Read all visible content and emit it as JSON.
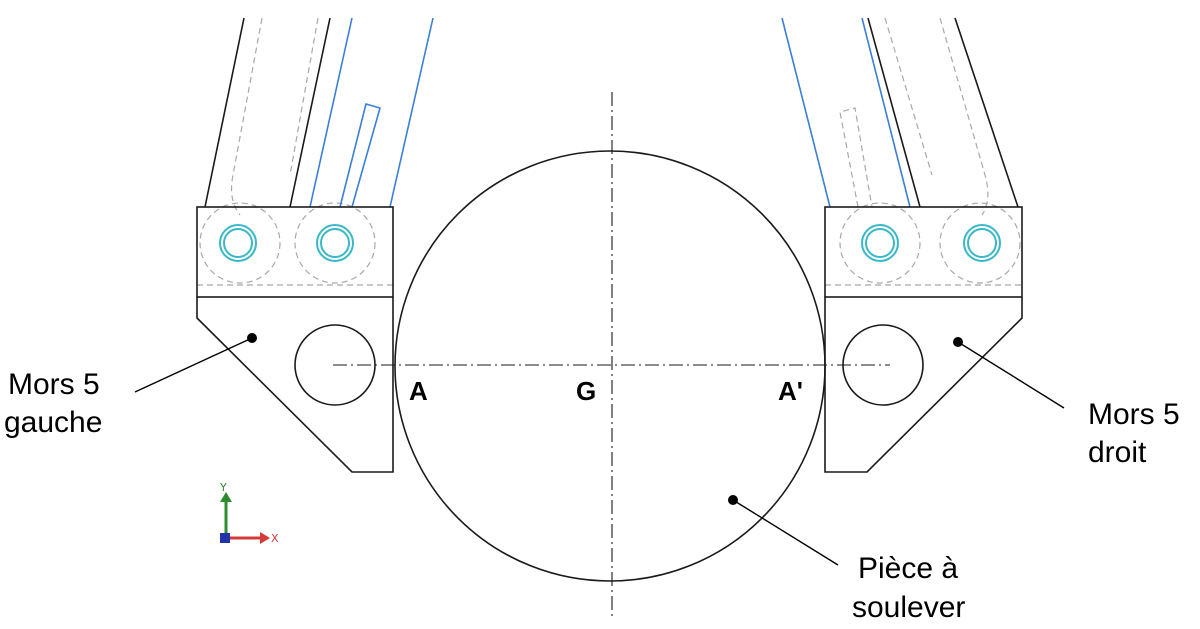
{
  "labels": {
    "left_jaw": [
      "Mors 5",
      "gauche"
    ],
    "right_jaw": [
      "Mors 5",
      "droit"
    ],
    "part": [
      "Pièce à",
      "soulever"
    ]
  },
  "points": {
    "a": "A",
    "g": "G",
    "a_prime": "A'"
  },
  "axes": {
    "x": "X",
    "y": "Y"
  },
  "colors": {
    "outline": "#1a1a1a",
    "hidden": "#a8a8a8",
    "blue": "#3a7fd8",
    "pin": "#39b8c8",
    "axis_y": "#2e8b2e",
    "axis_x": "#d43b3b",
    "origin": "#2233aa"
  },
  "icons": {
    "triad": "xy-axis-triad-icon"
  }
}
